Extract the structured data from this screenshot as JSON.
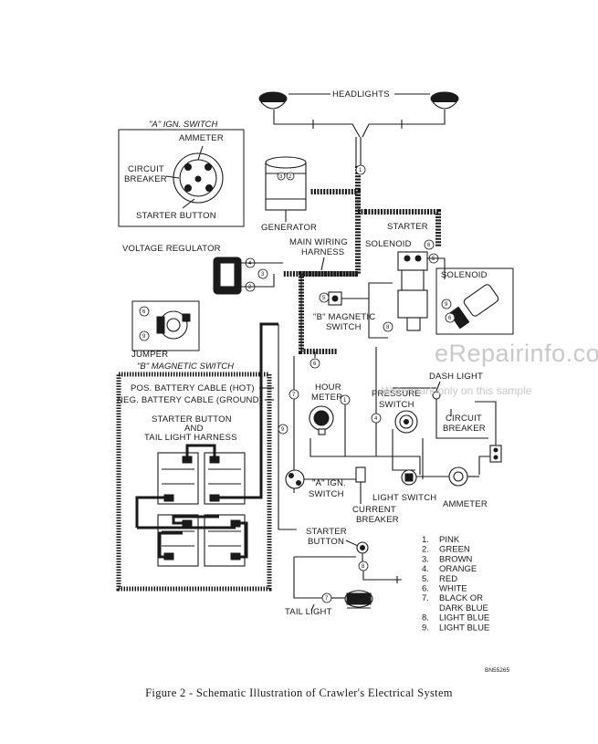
{
  "labels": {
    "headlights": "HEADLIGHTS",
    "a_ign_switch_title": "\"A\" IGN. SWITCH",
    "ammeter_top": "AMMETER",
    "circuit": "CIRCUIT",
    "breaker": "BREAKER",
    "starter_button_top": "STARTER BUTTON",
    "generator": "GENERATOR",
    "starter": "STARTER",
    "solenoid": "SOLENOID",
    "solenoid_side": "SOLENOID",
    "voltage_regulator": "VOLTAGE REGULATOR",
    "main_wiring": "MAIN WIRING",
    "harness": "HARNESS",
    "b_magnetic": "\"B\" MAGNETIC",
    "switch": "SWITCH",
    "jumper": "JUMPER",
    "b_magnetic_switch_title": "\"B\" MAGNETIC SWITCH",
    "pos_battery": "POS. BATTERY CABLE (HOT)",
    "neg_battery": "NEG. BATTERY CABLE (GROUND)",
    "dash_light": "DASH LIGHT",
    "hour": "HOUR",
    "meter": "METER",
    "pressure": "PRESSURE",
    "pressure_switch": "SWITCH",
    "circuit_2": "CIRCUIT",
    "breaker_2": "BREAKER",
    "starter_button_and": "STARTER BUTTON",
    "and": "AND",
    "tail_light_harness": "TAIL LIGHT HARNESS",
    "a_ign": "\"A\" IGN.",
    "a_switch": "SWITCH",
    "light_switch": "LIGHT SWITCH",
    "current": "CURRENT",
    "current_breaker": "BREAKER",
    "ammeter_bottom": "AMMETER",
    "starter_2": "STARTER",
    "button": "BUTTON",
    "tail_light": "TAIL LIGHT"
  },
  "legend": [
    {
      "num": "1.",
      "text": "PINK"
    },
    {
      "num": "2.",
      "text": "GREEN"
    },
    {
      "num": "3.",
      "text": "BROWN"
    },
    {
      "num": "4.",
      "text": "ORANGE"
    },
    {
      "num": "5.",
      "text": "RED"
    },
    {
      "num": "6.",
      "text": "WHITE"
    },
    {
      "num": "7.",
      "text": "BLACK OR"
    },
    {
      "num": "",
      "text": "DARK BLUE"
    },
    {
      "num": "8.",
      "text": "LIGHT BLUE"
    },
    {
      "num": "9.",
      "text": "LIGHT BLUE"
    }
  ],
  "wire_numbers": [
    "1",
    "2",
    "3",
    "4",
    "5",
    "6",
    "7",
    "8",
    "9"
  ],
  "code": "BN55265",
  "caption": "Figure 2 - Schematic Illustration of Crawler's Electrical System",
  "watermark": "eRepairinfo.com",
  "watermark_sub": "Watermark only on this sample"
}
